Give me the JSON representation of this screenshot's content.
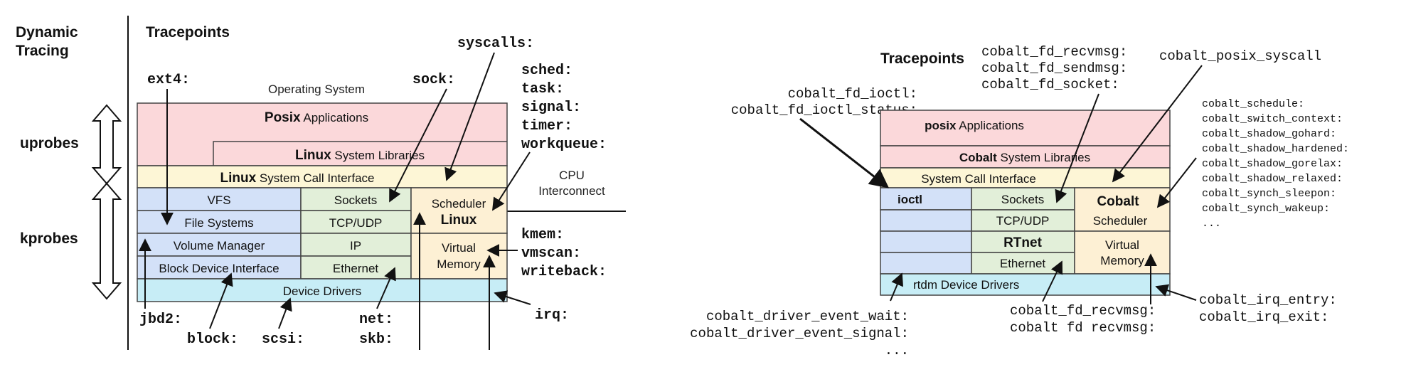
{
  "left": {
    "side": {
      "dynamic_line1": "Dynamic",
      "dynamic_line2": "Tracing",
      "uprobes": "uprobes",
      "kprobes": "kprobes"
    },
    "tracepoints_heading": "Tracepoints",
    "operating_system": "Operating System",
    "cpu_line1": "CPU",
    "cpu_line2": "Interconnect",
    "boxes": {
      "posix_bold": "Posix",
      "posix_rest": "Applications",
      "linux_bold": "Linux",
      "syslib_rest": "System Libraries",
      "sci_rest": "System Call Interface",
      "vfs": "VFS",
      "file_systems": "File Systems",
      "volume_manager": "Volume Manager",
      "block_device_interface": "Block Device Interface",
      "sockets": "Sockets",
      "tcp_udp": "TCP/UDP",
      "ip": "IP",
      "ethernet": "Ethernet",
      "scheduler": "Scheduler",
      "linux": "Linux",
      "virtual": "Virtual",
      "memory": "Memory",
      "device_drivers": "Device Drivers"
    },
    "tp": {
      "ext4": "ext4:",
      "sock": "sock:",
      "syscalls": "syscalls:",
      "sched": "sched:",
      "task": "task:",
      "signal": "signal:",
      "timer": "timer:",
      "workqueue": "workqueue:",
      "kmem": "kmem:",
      "vmscan": "vmscan:",
      "writeback": "writeback:",
      "irq": "irq:",
      "jbd2": "jbd2:",
      "block": "block:",
      "scsi": "scsi:",
      "net": "net:",
      "skb": "skb:"
    }
  },
  "right": {
    "tracepoints_heading": "Tracepoints",
    "tp": {
      "recvmsg": "cobalt_fd_recvmsg:",
      "sendmsg": "cobalt_fd_sendmsg:",
      "socket": "cobalt_fd_socket:",
      "posix_syscall": "cobalt_posix_syscall",
      "ioctl": "cobalt_fd_ioctl:",
      "ioctl_status": "cobalt_fd_ioctl_status:",
      "sched_list": [
        "cobalt_schedule:",
        "cobalt_switch_context:",
        "cobalt_shadow_gohard:",
        "cobalt_shadow_hardened:",
        "cobalt_shadow_gorelax:",
        "cobalt_shadow_relaxed:",
        "cobalt_synch_sleepon:",
        "cobalt_synch_wakeup:",
        "..."
      ],
      "irq_entry": "cobalt_irq_entry:",
      "irq_exit": "cobalt_irq_exit:",
      "driver_wait": "cobalt_driver_event_wait:",
      "driver_signal": "cobalt_driver_event_signal:",
      "driver_more": "...",
      "bottom_recvmsg1": "cobalt_fd_recvmsg:",
      "bottom_recvmsg2": "cobalt fd recvmsg:"
    },
    "boxes": {
      "posix_bold": "posix",
      "posix_rest": "Applications",
      "cobalt_bold": "Cobalt",
      "syslib_rest": "System Libraries",
      "sci": "System Call Interface",
      "ioctl": "ioctl",
      "sockets": "Sockets",
      "tcp_udp": "TCP/UDP",
      "rtnet": "RTnet",
      "ethernet": "Ethernet",
      "cobalt": "Cobalt",
      "scheduler": "Scheduler",
      "virtual": "Virtual",
      "memory": "Memory",
      "rtdm": "rtdm",
      "device_drivers": "Device Drivers"
    }
  },
  "colors": {
    "pink": "#fbd8da",
    "yellow": "#fdf6d6",
    "blue": "#d3e1f8",
    "green": "#e2efd9",
    "peach": "#fdf0d4",
    "cyan": "#c7edf6"
  }
}
